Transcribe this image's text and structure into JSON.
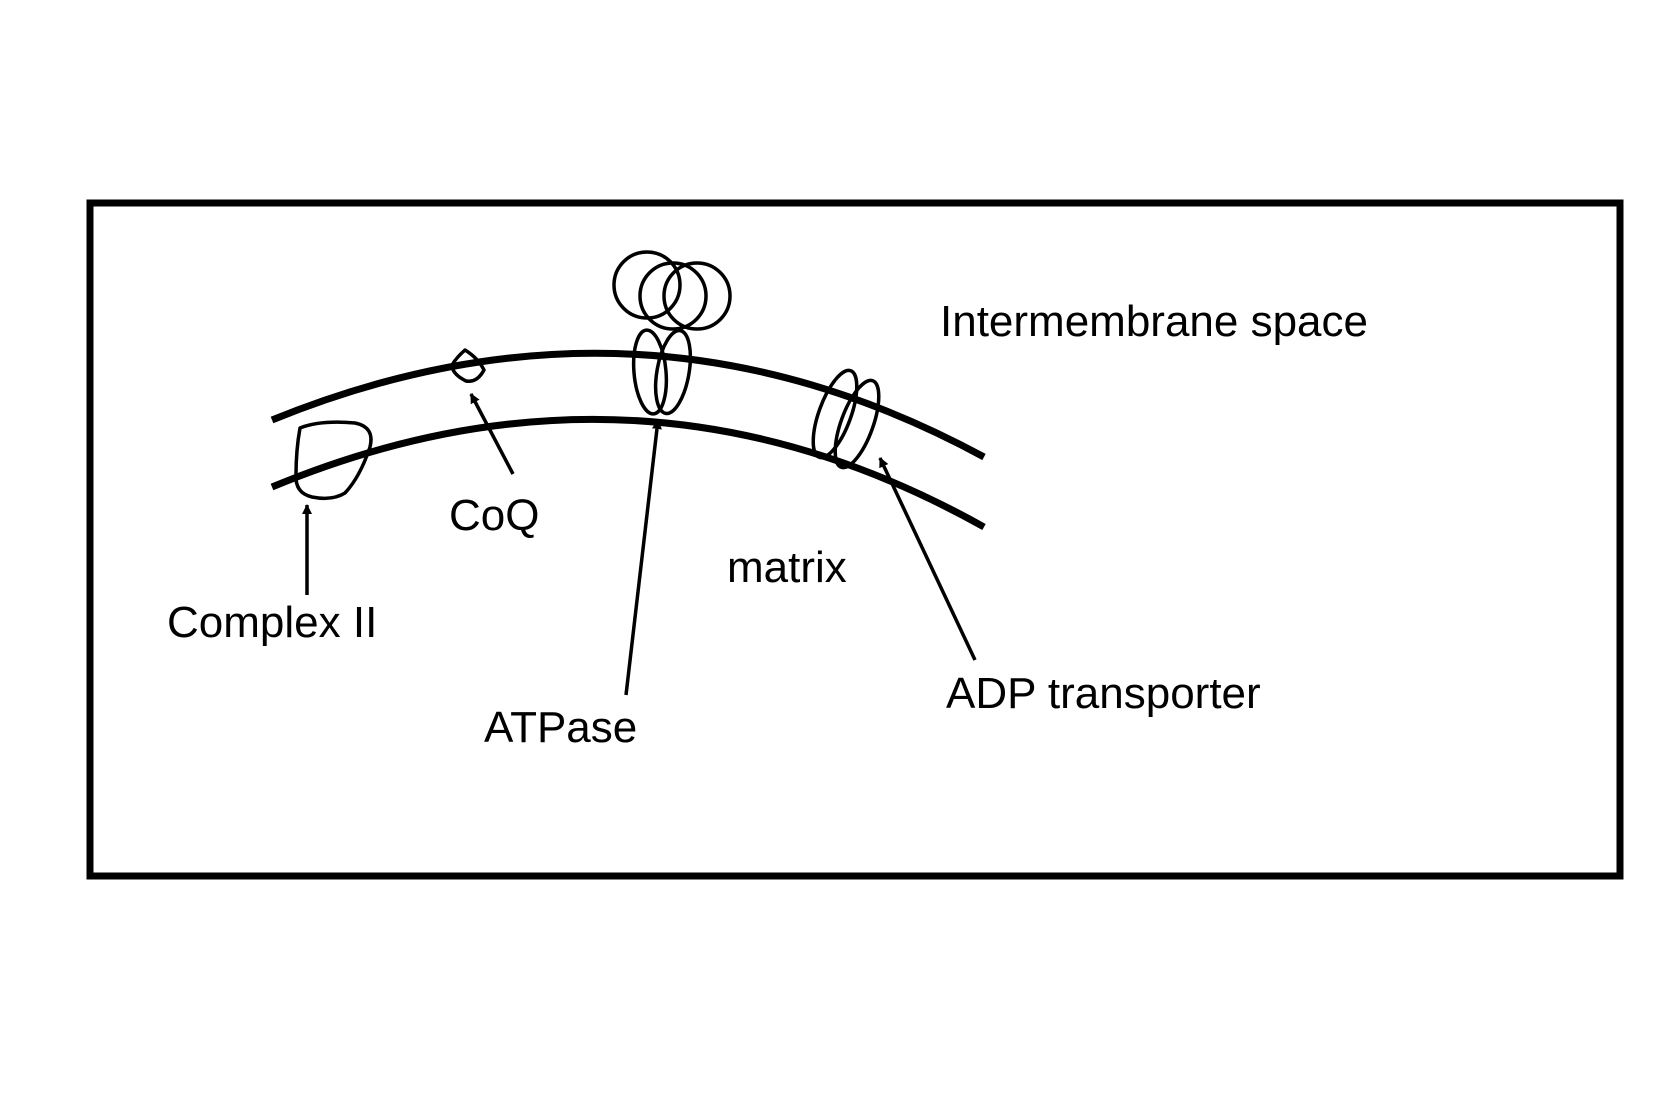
{
  "labels": {
    "intermembrane_space": "Intermembrane space",
    "matrix": "matrix",
    "coq": "CoQ",
    "complex_ii": "Complex II",
    "atpase": "ATPase",
    "adp_transporter": "ADP transporter"
  }
}
